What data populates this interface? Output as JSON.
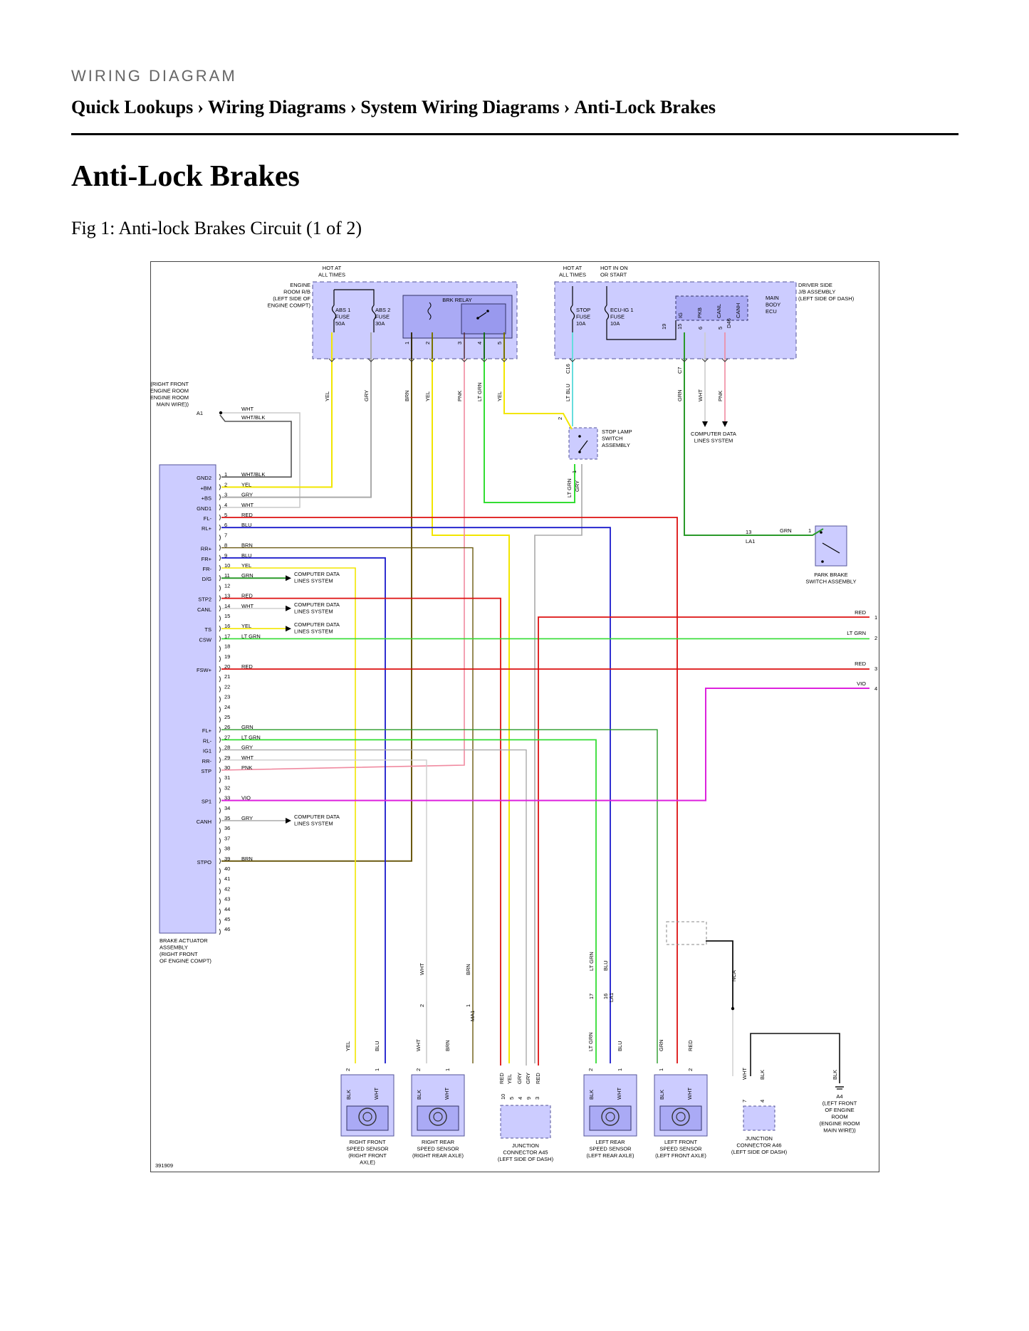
{
  "header": {
    "section_label": "WIRING DIAGRAM",
    "breadcrumb": [
      "Quick Lookups",
      "Wiring Diagrams",
      "System Wiring Diagrams",
      "Anti-Lock Brakes"
    ],
    "separator": "›"
  },
  "page": {
    "title": "Anti-Lock Brakes",
    "figure_caption": "Fig 1: Anti-lock Brakes Circuit (1 of 2)"
  },
  "diagram": {
    "figure_id": "391909",
    "colors": {
      "YEL": "#f2e600",
      "GRY": "#aaaaaa",
      "BRN": "#6b5a10",
      "PNK": "#f08aa0",
      "LT_GRN": "#33dd33",
      "GRN": "#2a9a2a",
      "WHT": "#cccccc",
      "RED": "#dd1111",
      "BLU": "#1a1acc",
      "VIO": "#dd22dd",
      "LT_BLU": "#66dddd",
      "BLK": "#111111",
      "box_fill": "#ccccff",
      "box_stroke": "#555599"
    },
    "ecu": {
      "pin_names": {
        "1": "GND2",
        "2": "+BM",
        "3": "+BS",
        "4": "GND1",
        "5": "FL-",
        "6": "RL+",
        "8": "RR+",
        "9": "FR+",
        "10": "FR-",
        "11": "D/G",
        "13": "STP2",
        "14": "CANL",
        "16": "TS",
        "17": "CSW",
        "20": "FSW+",
        "26": "FL+",
        "27": "RL-",
        "28": "IG1",
        "29": "RR-",
        "30": "STP",
        "33": "SP1",
        "35": "CANH",
        "39": "STPO"
      },
      "wire_labels": {
        "1": "WHT/BLK",
        "2": "YEL",
        "3": "GRY",
        "4": "WHT",
        "5": "RED",
        "6": "BLU",
        "8": "BRN",
        "9": "BLU",
        "10": "YEL",
        "11": "GRN",
        "13": "RED",
        "14": "WHT",
        "16": "YEL",
        "17": "LT GRN",
        "20": "RED",
        "26": "GRN",
        "27": "LT GRN",
        "28": "GRY",
        "29": "WHT",
        "30": "PNK",
        "33": "VIO",
        "35": "GRY",
        "39": "BRN"
      },
      "label": [
        "BRAKE ACTUATOR",
        "ASSEMBLY",
        "(RIGHT FRONT",
        "OF ENGINE COMPT)"
      ]
    },
    "labels": {
      "hot_at_all_times": [
        "HOT AT",
        "ALL TIMES"
      ],
      "hot_in_on_start": [
        "HOT IN ON",
        "OR START"
      ],
      "engine_room_rb": [
        "ENGINE",
        "ROOM R/B",
        "(LEFT SIDE OF",
        "ENGINE COMPT)"
      ],
      "brk_relay": "BRK RELAY",
      "abs1_fuse": [
        "ABS 1",
        "FUSE",
        "50A"
      ],
      "abs2_fuse": [
        "ABS 2",
        "FUSE",
        "30A"
      ],
      "stop_fuse": [
        "STOP",
        "FUSE",
        "10A"
      ],
      "ecu_ig1_fuse": [
        "ECU-IG 1",
        "FUSE",
        "10A"
      ],
      "main_body_ecu": [
        "MAIN",
        "BODY",
        "ECU"
      ],
      "driver_side_jb": [
        "DRIVER SIDE",
        "J/B ASSEMBLY",
        "(LEFT SIDE OF DASH)"
      ],
      "mb_pins": [
        "IG",
        "PKB",
        "CANL",
        "CANH"
      ],
      "right_front_ground": [
        "(RIGHT FRONT",
        "ENGINE ROOM",
        "(ENGINE ROOM",
        "MAIN WIRE))"
      ],
      "a1": "A1",
      "stop_lamp_switch": [
        "STOP LAMP",
        "SWITCH",
        "ASSEMBLY"
      ],
      "computer_data": [
        "COMPUTER DATA",
        "LINES SYSTEM"
      ],
      "computer_data_mb": [
        "COMPUTER DATA",
        "LINES SYSTEM"
      ],
      "park_brake": [
        "PARK BRAKE",
        "SWITCH ASSEMBLY"
      ],
      "la1": "LA1",
      "c16": "C16",
      "c7": "C7",
      "d46": "D46",
      "ma1": "MA1",
      "la1_b": "LA1",
      "nca": "NCA",
      "rf_sensor": [
        "RIGHT FRONT",
        "SPEED SENSOR",
        "(RIGHT FRONT",
        "AXLE)"
      ],
      "rr_sensor": [
        "RIGHT REAR",
        "SPEED SENSOR",
        "(RIGHT REAR AXLE)"
      ],
      "jc_a45": [
        "JUNCTION",
        "CONNECTOR A45",
        "(LEFT SIDE OF DASH)"
      ],
      "lr_sensor": [
        "LEFT REAR",
        "SPEED SENSOR",
        "(LEFT REAR AXLE)"
      ],
      "lf_sensor": [
        "LEFT FRONT",
        "SPEED SENSOR",
        "(LEFT FRONT AXLE)"
      ],
      "jc_a46": [
        "JUNCTION",
        "CONNECTOR A46",
        "(LEFT SIDE OF DASH)"
      ],
      "a4_ground": [
        "A4",
        "(LEFT FRONT",
        "OF ENGINE",
        "ROOM",
        "(ENGINE ROOM",
        "MAIN WIRE))"
      ],
      "offpage": [
        {
          "num": "1",
          "wire": "RED"
        },
        {
          "num": "2",
          "wire": "LT GRN"
        },
        {
          "num": "3",
          "wire": "RED"
        },
        {
          "num": "4",
          "wire": "VIO"
        }
      ]
    }
  }
}
